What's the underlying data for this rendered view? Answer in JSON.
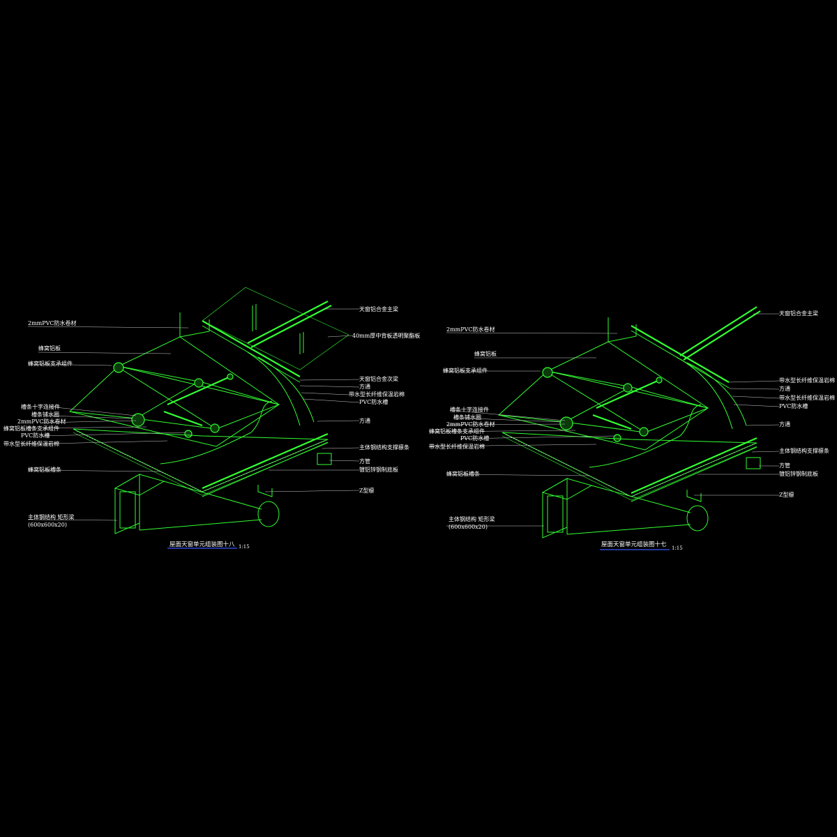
{
  "drawings": [
    {
      "title": "屋面天窗单元组装图十八",
      "scale": "1:15",
      "labels_left": [
        "2mmPVC防水卷材",
        "蜂窝铝板",
        "蜂窝铝板支承组件",
        "槽条十字连接件",
        "槽条铺水圈",
        "2mmPVC防水卷材",
        "蜂窝铝板槽条支承组件",
        "PVC防水槽",
        "带水型长纤维保温岩棉",
        "蜂窝铝板槽条",
        "主体钢结构 矩形梁",
        "(600x600x20)"
      ],
      "labels_right": [
        "天窗铝合金主梁",
        "40mm厚中背板透明聚酯板",
        "天窗铝合金次梁",
        "方通",
        "带水型长纤维保温岩棉",
        "PVC防水槽",
        "方通",
        "主体钢结构支撑檩条",
        "方管",
        "镀铝锌钢制底板",
        "Z型檩"
      ]
    },
    {
      "title": "屋面天窗单元组装图十七",
      "scale": "1:15",
      "labels_left": [
        "2mmPVC防水卷材",
        "蜂窝铝板",
        "蜂窝铝板支承组件",
        "槽条十字连接件",
        "槽条铺水圈",
        "2mmPVC防水卷材",
        "蜂窝铝板槽条支承组件",
        "PVC防水槽",
        "带水型长纤维保温岩棉",
        "蜂窝铝板槽条",
        "主体钢结构 矩形梁",
        "(600x600x20)"
      ],
      "labels_right": [
        "天窗铝合金主梁",
        "方通",
        "带水型长纤维保温岩棉",
        "PVC防水槽",
        "方通",
        "主体钢结构支撑檩条",
        "方管",
        "镀铝锌钢制底板",
        "Z型檩"
      ]
    }
  ],
  "colors": {
    "background": "#000000",
    "linework": "#33ff33",
    "text": "#ffffff",
    "title_underline": "#3a56ff"
  }
}
